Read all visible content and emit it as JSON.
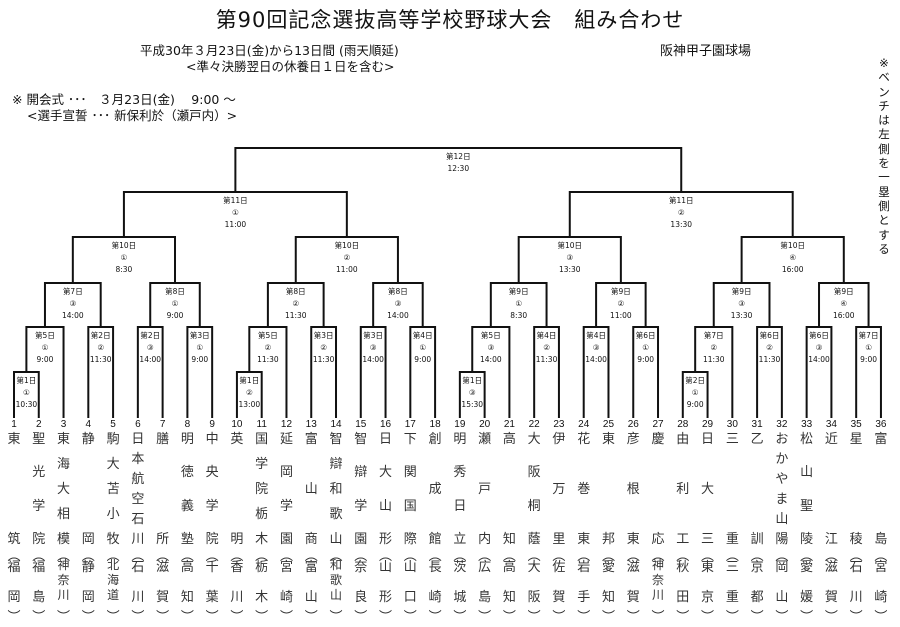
{
  "header": {
    "title": "第90回記念選抜高等学校野球大会　組み合わせ",
    "schedule": "平成30年３月23日(金)から13日間 (雨天順延)",
    "rest_note": "<準々決勝翌日の休養日１日を含む>",
    "venue": "阪神甲子園球場",
    "opening": "※ 開会式 ･･･　３月23日(金)　 9:00 ～",
    "oath": "<選手宣誓 ･･･ 新保利於（瀬戸内）>",
    "bench_note": "※ベンチは左側を一塁側とする"
  },
  "teams": [
    {
      "no": "1",
      "school": "東筑",
      "pref": "福岡"
    },
    {
      "no": "2",
      "school": "聖光学院",
      "pref": "福島"
    },
    {
      "no": "3",
      "school": "東海大相模",
      "pref": "神奈川"
    },
    {
      "no": "4",
      "school": "静岡",
      "pref": "静岡"
    },
    {
      "no": "5",
      "school": "駒大苫小牧",
      "pref": "北海道"
    },
    {
      "no": "6",
      "school": "日本航空石川",
      "pref": "石川"
    },
    {
      "no": "7",
      "school": "膳所",
      "pref": "滋賀"
    },
    {
      "no": "8",
      "school": "明徳義塾",
      "pref": "高知"
    },
    {
      "no": "9",
      "school": "中央学院",
      "pref": "千葉"
    },
    {
      "no": "10",
      "school": "英明",
      "pref": "香川"
    },
    {
      "no": "11",
      "school": "国学院栃木",
      "pref": "栃木"
    },
    {
      "no": "12",
      "school": "延岡学園",
      "pref": "宮崎"
    },
    {
      "no": "13",
      "school": "富山商",
      "pref": "富山"
    },
    {
      "no": "14",
      "school": "智辯和歌山",
      "pref": "和歌山"
    },
    {
      "no": "15",
      "school": "智辯学園",
      "pref": "奈良"
    },
    {
      "no": "16",
      "school": "日大山形",
      "pref": "山形"
    },
    {
      "no": "17",
      "school": "下関国際",
      "pref": "山口"
    },
    {
      "no": "18",
      "school": "創成館",
      "pref": "長崎"
    },
    {
      "no": "19",
      "school": "明秀日立",
      "pref": "茨城"
    },
    {
      "no": "20",
      "school": "瀬戸内",
      "pref": "広島"
    },
    {
      "no": "21",
      "school": "高知",
      "pref": "高知"
    },
    {
      "no": "22",
      "school": "大阪桐蔭",
      "pref": "大阪"
    },
    {
      "no": "23",
      "school": "伊万里",
      "pref": "佐賀"
    },
    {
      "no": "24",
      "school": "花巻東",
      "pref": "岩手"
    },
    {
      "no": "25",
      "school": "東邦",
      "pref": "愛知"
    },
    {
      "no": "26",
      "school": "彦根東",
      "pref": "滋賀"
    },
    {
      "no": "27",
      "school": "慶応",
      "pref": "神奈川"
    },
    {
      "no": "28",
      "school": "由利工",
      "pref": "秋田"
    },
    {
      "no": "29",
      "school": "日大三",
      "pref": "東京"
    },
    {
      "no": "30",
      "school": "三重",
      "pref": "三重"
    },
    {
      "no": "31",
      "school": "乙訓",
      "pref": "京都"
    },
    {
      "no": "32",
      "school": "おかやま山陽",
      "pref": "岡山"
    },
    {
      "no": "33",
      "school": "松山聖陵",
      "pref": "愛媛"
    },
    {
      "no": "34",
      "school": "近江",
      "pref": "滋賀"
    },
    {
      "no": "35",
      "school": "星稜",
      "pref": "石川"
    },
    {
      "no": "36",
      "school": "富島",
      "pref": "宮崎"
    }
  ],
  "matches": [
    {
      "id": "m1",
      "a": "t1",
      "b": "t2",
      "day": "第1日",
      "game": "①",
      "time": "10:30",
      "level": 1
    },
    {
      "id": "m2",
      "a": "t10",
      "b": "t11",
      "day": "第1日",
      "game": "②",
      "time": "13:00",
      "level": 1
    },
    {
      "id": "m3",
      "a": "t19",
      "b": "t20",
      "day": "第1日",
      "game": "③",
      "time": "15:30",
      "level": 1
    },
    {
      "id": "m4",
      "a": "t28",
      "b": "t29",
      "day": "第2日",
      "game": "①",
      "time": "9:00",
      "level": 1
    },
    {
      "id": "m5",
      "a": "m1",
      "b": "t3",
      "day": "第5日",
      "game": "①",
      "time": "9:00",
      "level": 2
    },
    {
      "id": "m6",
      "a": "t4",
      "b": "t5",
      "day": "第2日",
      "game": "②",
      "time": "11:30",
      "level": 2
    },
    {
      "id": "m7",
      "a": "t6",
      "b": "t7",
      "day": "第2日",
      "game": "③",
      "time": "14:00",
      "level": 2
    },
    {
      "id": "m8",
      "a": "t8",
      "b": "t9",
      "day": "第3日",
      "game": "①",
      "time": "9:00",
      "level": 2
    },
    {
      "id": "m9",
      "a": "m2",
      "b": "t12",
      "day": "第5日",
      "game": "②",
      "time": "11:30",
      "level": 2
    },
    {
      "id": "m10",
      "a": "t13",
      "b": "t14",
      "day": "第3日",
      "game": "②",
      "time": "11:30",
      "level": 2
    },
    {
      "id": "m11",
      "a": "t15",
      "b": "t16",
      "day": "第3日",
      "game": "③",
      "time": "14:00",
      "level": 2
    },
    {
      "id": "m12",
      "a": "t17",
      "b": "t18",
      "day": "第4日",
      "game": "①",
      "time": "9:00",
      "level": 2
    },
    {
      "id": "m13",
      "a": "m3",
      "b": "t21",
      "day": "第5日",
      "game": "③",
      "time": "14:00",
      "level": 2
    },
    {
      "id": "m14",
      "a": "t22",
      "b": "t23",
      "day": "第4日",
      "game": "②",
      "time": "11:30",
      "level": 2
    },
    {
      "id": "m15",
      "a": "t24",
      "b": "t25",
      "day": "第4日",
      "game": "③",
      "time": "14:00",
      "level": 2
    },
    {
      "id": "m16",
      "a": "t26",
      "b": "t27",
      "day": "第6日",
      "game": "①",
      "time": "9:00",
      "level": 2
    },
    {
      "id": "m17",
      "a": "m4",
      "b": "t30",
      "day": "第7日",
      "game": "②",
      "time": "11:30",
      "level": 2
    },
    {
      "id": "m18",
      "a": "t31",
      "b": "t32",
      "day": "第6日",
      "game": "②",
      "time": "11:30",
      "level": 2
    },
    {
      "id": "m19",
      "a": "t33",
      "b": "t34",
      "day": "第6日",
      "game": "③",
      "time": "14:00",
      "level": 2
    },
    {
      "id": "m20",
      "a": "t35",
      "b": "t36",
      "day": "第7日",
      "game": "①",
      "time": "9:00",
      "level": 2
    },
    {
      "id": "m21",
      "a": "m5",
      "b": "m6",
      "day": "第7日",
      "game": "③",
      "time": "14:00",
      "level": 3
    },
    {
      "id": "m22",
      "a": "m7",
      "b": "m8",
      "day": "第8日",
      "game": "①",
      "time": "9:00",
      "level": 3
    },
    {
      "id": "m23",
      "a": "m9",
      "b": "m10",
      "day": "第8日",
      "game": "②",
      "time": "11:30",
      "level": 3
    },
    {
      "id": "m24",
      "a": "m11",
      "b": "m12",
      "day": "第8日",
      "game": "③",
      "time": "14:00",
      "level": 3
    },
    {
      "id": "m25",
      "a": "m13",
      "b": "m14",
      "day": "第9日",
      "game": "①",
      "time": "8:30",
      "level": 3
    },
    {
      "id": "m26",
      "a": "m15",
      "b": "m16",
      "day": "第9日",
      "game": "②",
      "time": "11:00",
      "level": 3
    },
    {
      "id": "m27",
      "a": "m17",
      "b": "m18",
      "day": "第9日",
      "game": "③",
      "time": "13:30",
      "level": 3
    },
    {
      "id": "m28",
      "a": "m19",
      "b": "m20",
      "day": "第9日",
      "game": "④",
      "time": "16:00",
      "level": 3
    },
    {
      "id": "m29",
      "a": "m21",
      "b": "m22",
      "day": "第10日",
      "game": "①",
      "time": "8:30",
      "level": 4
    },
    {
      "id": "m30",
      "a": "m23",
      "b": "m24",
      "day": "第10日",
      "game": "②",
      "time": "11:00",
      "level": 4
    },
    {
      "id": "m31",
      "a": "m25",
      "b": "m26",
      "day": "第10日",
      "game": "③",
      "time": "13:30",
      "level": 4
    },
    {
      "id": "m32",
      "a": "m27",
      "b": "m28",
      "day": "第10日",
      "game": "④",
      "time": "16:00",
      "level": 4
    },
    {
      "id": "m33",
      "a": "m29",
      "b": "m30",
      "day": "第11日",
      "game": "①",
      "time": "11:00",
      "level": 5
    },
    {
      "id": "m34",
      "a": "m31",
      "b": "m32",
      "day": "第11日",
      "game": "②",
      "time": "13:30",
      "level": 5
    },
    {
      "id": "m35",
      "a": "m33",
      "b": "m34",
      "day": "第12日",
      "game": "",
      "time": "12:30",
      "level": 6
    }
  ]
}
